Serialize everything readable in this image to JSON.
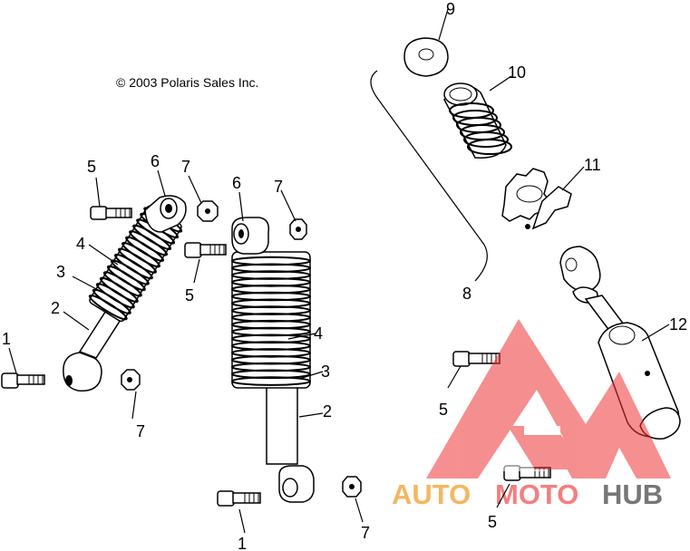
{
  "copyright": "© 2003 Polaris Sales Inc.",
  "callouts": {
    "c1a": "1",
    "c1b": "1",
    "c2a": "2",
    "c2b": "2",
    "c3a": "3",
    "c3b": "3",
    "c4a": "4",
    "c4b": "4",
    "c5a": "5",
    "c5b": "5",
    "c5c": "5",
    "c5d": "5",
    "c6a": "6",
    "c6b": "6",
    "c7a": "7",
    "c7b": "7",
    "c7c": "7",
    "c7d": "7",
    "c8": "8",
    "c9": "9",
    "c10": "10",
    "c11": "11",
    "c12": "12"
  },
  "watermark": {
    "part1": "AUTO",
    "part2": "MOTO",
    "part3": "HUB"
  }
}
